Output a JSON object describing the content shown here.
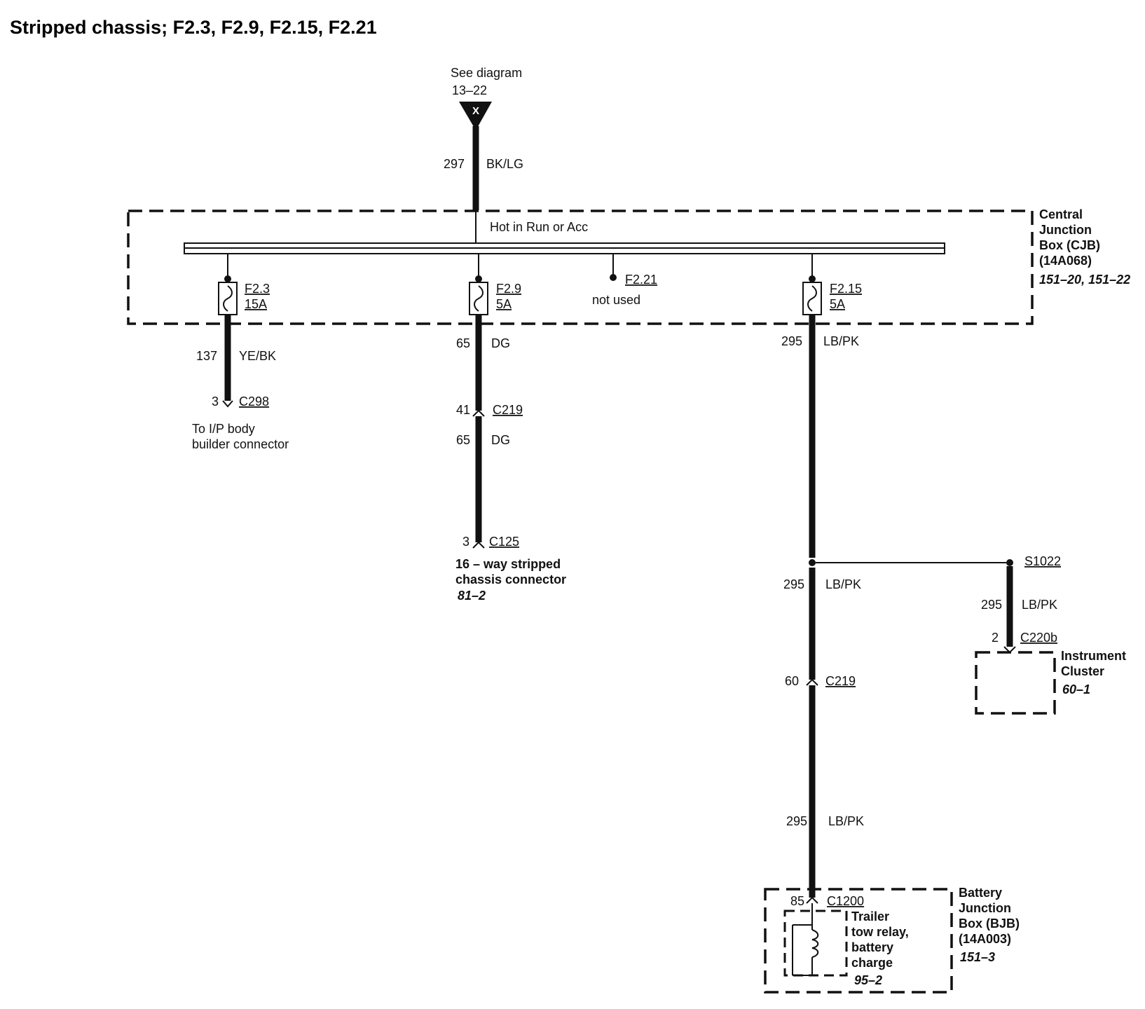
{
  "title": "Stripped chassis; F2.3, F2.9, F2.15, F2.21",
  "source": {
    "line1": "See diagram",
    "line2": "13–22",
    "symbol": "X"
  },
  "feed_wire": {
    "circuit": "297",
    "color": "BK/LG"
  },
  "cjb": {
    "power_label": "Hot in Run or Acc",
    "name_lines": [
      "Central",
      "Junction",
      "Box (CJB)",
      "(14A068)"
    ],
    "ref": "151–20, 151–22"
  },
  "fuses": {
    "f23": {
      "id": "F2.3",
      "rating": "15A"
    },
    "f29": {
      "id": "F2.9",
      "rating": "5A"
    },
    "f221": {
      "id": "F2.21",
      "note": "not used"
    },
    "f215": {
      "id": "F2.15",
      "rating": "5A"
    }
  },
  "branch1": {
    "wire": {
      "circuit": "137",
      "color": "YE/BK"
    },
    "connector": {
      "pin": "3",
      "name": "C298"
    },
    "dest_lines": [
      "To I/P body",
      "builder connector"
    ]
  },
  "branch2": {
    "wire1": {
      "circuit": "65",
      "color": "DG"
    },
    "conn1": {
      "pin": "41",
      "name": "C219"
    },
    "wire2": {
      "circuit": "65",
      "color": "DG"
    },
    "conn2": {
      "pin": "3",
      "name": "C125"
    },
    "dest_lines": [
      "16 – way stripped",
      "chassis connector"
    ],
    "dest_ref": "81–2"
  },
  "branch3": {
    "wire1": {
      "circuit": "295",
      "color": "LB/PK"
    },
    "splice": "S1022",
    "wire2": {
      "circuit": "295",
      "color": "LB/PK"
    },
    "conn1": {
      "pin": "60",
      "name": "C219"
    },
    "wire3": {
      "circuit": "295",
      "color": "LB/PK"
    },
    "conn2": {
      "pin": "85",
      "name": "C1200"
    },
    "relay_lines": [
      "Trailer",
      "tow relay,",
      "battery",
      "charge"
    ],
    "relay_ref": "95–2",
    "bjb_lines": [
      "Battery",
      "Junction",
      "Box (BJB)",
      "(14A003)"
    ],
    "bjb_ref": "151–3"
  },
  "cluster_branch": {
    "wire": {
      "circuit": "295",
      "color": "LB/PK"
    },
    "connector": {
      "pin": "2",
      "name": "C220b"
    },
    "name_lines": [
      "Instrument",
      "Cluster"
    ],
    "ref": "60–1"
  }
}
